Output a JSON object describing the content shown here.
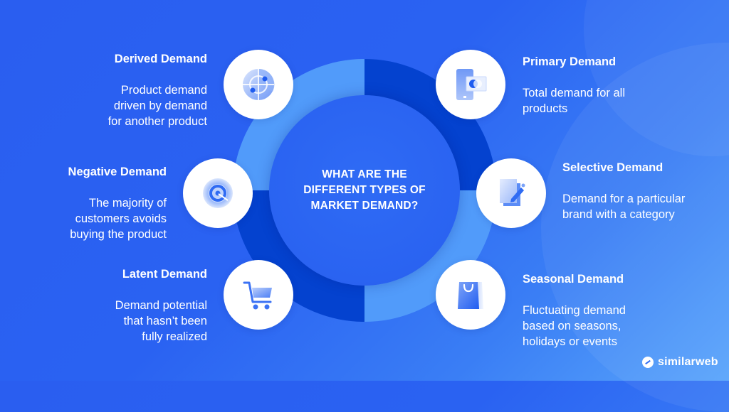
{
  "center": {
    "title": "WHAT ARE THE DIFFERENT TYPES OF MARKET DEMAND?"
  },
  "colors": {
    "background": "#2a5ef0",
    "ring_dark": "#0442cf",
    "ring_light": "#519bfa",
    "node_bg": "#ffffff",
    "text": "#ffffff"
  },
  "demand_types": [
    {
      "title": "Derived Demand",
      "description": "Product demand driven by demand for another product",
      "icon": "radar-icon",
      "side": "left"
    },
    {
      "title": "Negative Demand",
      "description": "The majority of customers avoids buying the product",
      "icon": "target-icon",
      "side": "left"
    },
    {
      "title": "Latent Demand",
      "description": "Demand potential that hasn’t been fully realized",
      "icon": "shopping-cart-icon",
      "side": "left"
    },
    {
      "title": "Primary Demand",
      "description": "Total demand for all products",
      "icon": "mobile-payment-icon",
      "side": "right"
    },
    {
      "title": "Selective Demand",
      "description": "Demand for a particular brand with a category",
      "icon": "document-edit-icon",
      "side": "right"
    },
    {
      "title": "Seasonal Demand",
      "description": "Fluctuating demand based on seasons, holidays or events",
      "icon": "shopping-bag-icon",
      "side": "right"
    }
  ],
  "brand": {
    "name": "similarweb",
    "icon": "similarweb-logo-icon"
  }
}
